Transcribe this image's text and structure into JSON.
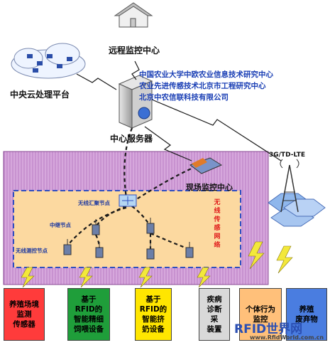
{
  "labels": {
    "remote_monitor": "远程监控中心",
    "cloud": "中央云处理平台",
    "server": "中心服务器",
    "site_monitor": "现场监控中心",
    "network_3g": "3G/TD-LTE",
    "sink_node": "无线汇聚节点",
    "relay_node": "中继节点",
    "sensor_node": "无线测控节点",
    "wireless_network": "无线传感网络"
  },
  "organizations": [
    "中国农业大学中欧农业信息技术研究中心",
    "农业先进传感技术北京市工程研究中心",
    "北京中农信联科技有限公司"
  ],
  "devices": [
    {
      "text": "养殖场境\n监测\n传感器",
      "bg": "#ff3b3b"
    },
    {
      "text": "基于\nRFID的\n智能精细\n饲喂设备",
      "bg": "#1f9e3a"
    },
    {
      "text": "基于\nRFID的\n智能挤\n奶设备",
      "bg": "#ffe600"
    },
    {
      "text": "疾病\n诊断\n采\n装置",
      "bg": "#d9d9d9"
    },
    {
      "text": "个体行为\n监控",
      "bg": "#ffc07a"
    },
    {
      "text": "养殖\n废弃物",
      "bg": "#4a7de0"
    }
  ],
  "watermark": {
    "brand": "RFID世界网",
    "url": "www.RfidWorld.com.cn"
  },
  "colors": {
    "field_bg": "#cf9ed6",
    "field_lines": "#a35bb0",
    "network_bg": "#fcd9a0",
    "network_border": "#2f4fc0",
    "link": "#1a1a1a",
    "tower_hex": "#8fb7ec"
  }
}
